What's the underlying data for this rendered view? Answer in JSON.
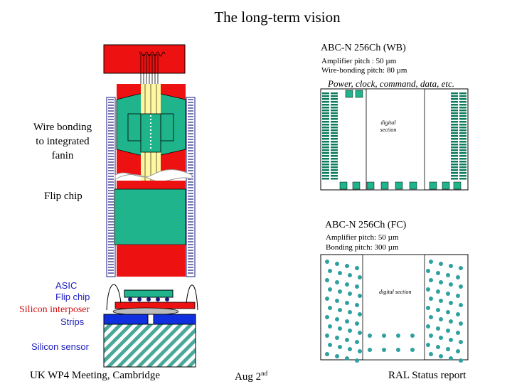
{
  "slide": {
    "title": "The long-term vision"
  },
  "wb_chip": {
    "title": "ABC-N 256Ch (WB)",
    "amplifier_pitch": "Amplifier pitch :  50 µm",
    "bonding_pitch": "Wire-bonding pitch: 80 µm",
    "power_note": "Power, clock, command, data, etc.",
    "digital_section_line1": "digital",
    "digital_section_line2": "section"
  },
  "fc_chip": {
    "title": "ABC-N 256Ch (FC)",
    "amplifier_pitch": "Amplifier pitch: 50 µm",
    "bonding_pitch": "Bonding pitch: 300 µm",
    "digital_section": "digital section"
  },
  "labels": {
    "wire_bonding_line1": "Wire bonding",
    "wire_bonding_line2": "to integrated",
    "wire_bonding_line3": "fanin",
    "flip_chip": "Flip chip",
    "asic": "ASIC",
    "asic_flip_chip": "Flip chip",
    "silicon_interposer": "Silicon interposer",
    "strips": "Strips",
    "silicon_sensor": "Silicon sensor"
  },
  "footer": {
    "left": "UK WP4 Meeting, Cambridge",
    "center": "Aug 2",
    "center_sup": "nd",
    "right": "RAL Status report"
  },
  "colors": {
    "red": "#ee1111",
    "green": "#1fb48b",
    "dark_green": "#0d7a5c",
    "yellow": "#fff8a0",
    "blue": "#1030e0",
    "navy": "#1a1a80",
    "sensor_teal": "#4aa89a",
    "dot": "#2fa0a0"
  }
}
